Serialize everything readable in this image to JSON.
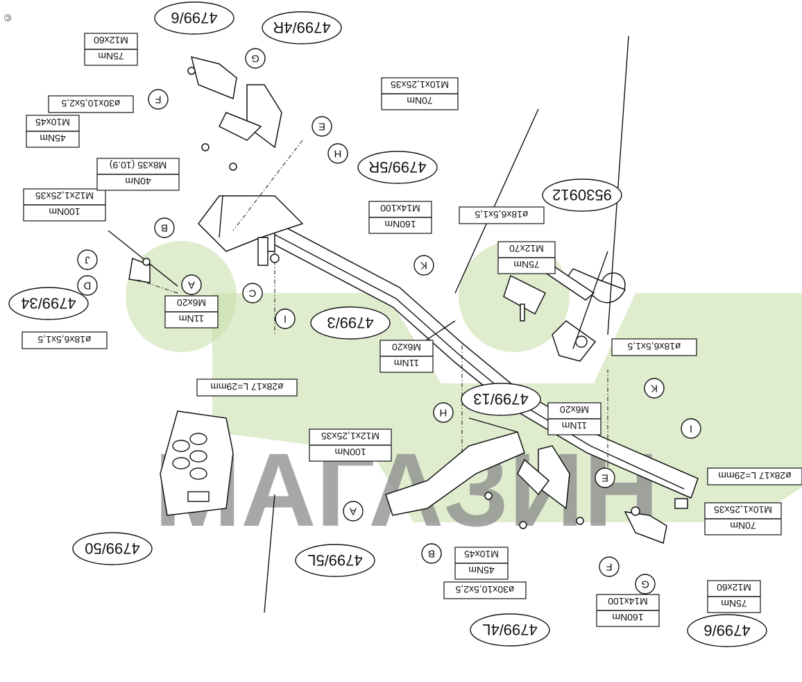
{
  "copyright_mark": "©",
  "watermark_text": "МАГАЗИН",
  "colors": {
    "watermark": "#8a8a8a",
    "car_silhouette": "#c9dfae",
    "ink": "#111111"
  },
  "part_numbers": {
    "p_47996_top": "4799/6",
    "p_47996_bottom": "4799/6",
    "p_47994R": "4799/4R",
    "p_47994L": "4799/4L",
    "p_47995R": "4799/5R",
    "p_47995L": "4799/5L",
    "p_47993": "4799/3",
    "p_479913": "4799/13",
    "p_479934": "4799/34",
    "p_479950": "4799/50",
    "p_9530912": "9530912"
  },
  "letter_labels": {
    "G_r": "G",
    "F_r": "F",
    "E_r": "E",
    "H_r": "H",
    "B_r": "B",
    "J": "J",
    "D": "D",
    "A_r": "A",
    "C": "C",
    "I_r": "I",
    "K_top": "K",
    "K_bot": "K",
    "I_l": "I",
    "E_l": "E",
    "H_l": "H",
    "A_l": "A",
    "B_l": "B",
    "F_l": "F",
    "G_l": "G"
  },
  "fastener_specs": {
    "r_m12x60": {
      "size": "M12x60",
      "torque": "75Nm"
    },
    "r_m10x125": {
      "size": "M10x1,25x35",
      "torque": "70Nm"
    },
    "r_washer30": {
      "size": "ø30x10,5x2,5"
    },
    "r_m10x45": {
      "size": "M10x45",
      "torque": "45Nm"
    },
    "r_m8x35": {
      "size": "M8x35 (10.9)",
      "torque": "40Nm"
    },
    "r_m12x125": {
      "size": "M12x1,25x35",
      "torque": "100Nm"
    },
    "r_m14x100": {
      "size": "M14x100",
      "torque": "160Nm"
    },
    "r_washer18": {
      "size": "ø18x6,5x1,5"
    },
    "m12x70": {
      "size": "M12x70",
      "torque": "75Nm"
    },
    "c_washer18": {
      "size": "ø18x6,5x1,5"
    },
    "d_washer18": {
      "size": "ø18x6,5x1,5"
    },
    "d_m6x20": {
      "size": "M6x20",
      "torque": "11Nm"
    },
    "c_m6x20": {
      "size": "M6x20",
      "torque": "11Nm"
    },
    "r_cap28": {
      "size": "ø28x17 L=29mm"
    },
    "l_m6x20": {
      "size": "M6x20",
      "torque": "11Nm"
    },
    "l_m12x125": {
      "size": "M12x1,25x35",
      "torque": "100Nm"
    },
    "l_cap28": {
      "size": "ø28x17 L=29mm"
    },
    "l_m10x125": {
      "size": "M10x1,25x35",
      "torque": "70Nm"
    },
    "l_m10x45": {
      "size": "M10x45",
      "torque": "45Nm"
    },
    "l_washer30": {
      "size": "ø30x10,5x2,5"
    },
    "l_m12x60": {
      "size": "M12x60",
      "torque": "75Nm"
    },
    "l_m14x100": {
      "size": "M14x100",
      "torque": "160Nm"
    }
  }
}
